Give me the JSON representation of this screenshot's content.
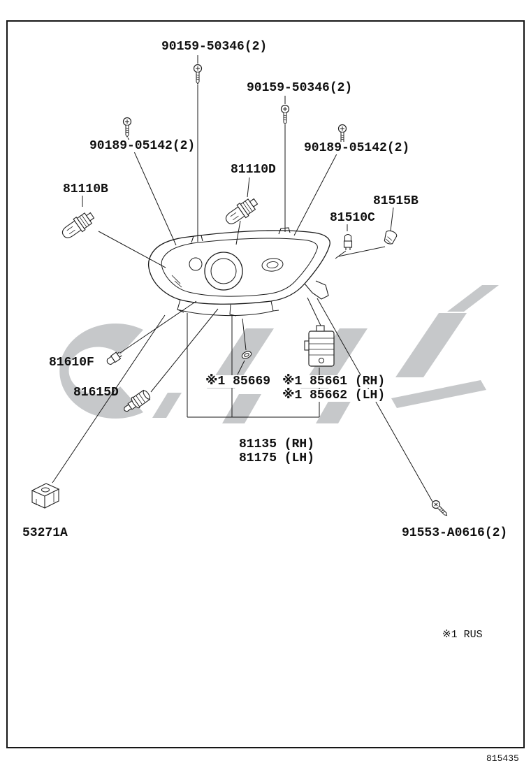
{
  "page": {
    "figure_code": "815435",
    "note": "※1 RUS"
  },
  "labels": {
    "screw_90159_left": "90159-50346(2)",
    "screw_90159_right": "90159-50346(2)",
    "screw_90189_left": "90189-05142(2)",
    "screw_90189_right": "90189-05142(2)",
    "bulb_81110D": "81110D",
    "bulb_81110B": "81110B",
    "socket_81515B": "81515B",
    "bulb_81510C": "81510C",
    "bulb_81610F": "81610F",
    "socket_81615D": "81615D",
    "grommet_85669": "※1 85669",
    "motor_85661": "※1 85661 (RH)",
    "motor_85662": "※1 85662 (LH)",
    "unit_81135": "81135 (RH)",
    "unit_81175": "81175 (LH)",
    "bracket_53271A": "53271A",
    "screw_91553": "91553-A0616(2)"
  },
  "icons": {
    "screw": "pan-head-screw",
    "halogen_bulb": "halogen-bulb",
    "small_bulb": "wedge-bulb",
    "socket_bulb": "bulb-socket",
    "cap_socket": "socket-cap",
    "grommet": "grommet-ring",
    "motor": "headlamp-leveling-motor",
    "bracket": "mounting-bracket"
  }
}
